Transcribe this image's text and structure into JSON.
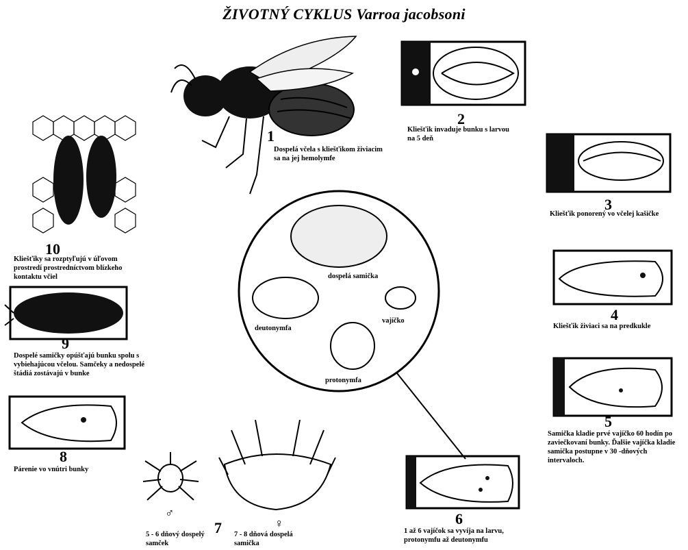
{
  "title": "ŽIVOTNÝ CYKLUS  Varroa jacobsoni",
  "stages": [
    {
      "number": "1",
      "caption": "Dospelá včela s kliešťikom živiacim sa na jej hemolymfe"
    },
    {
      "number": "2",
      "caption": "Kliešťik invaduje bunku s larvou na 5 deň"
    },
    {
      "number": "3",
      "caption": "Kliešťik ponorený vo včelej kašičke"
    },
    {
      "number": "4",
      "caption": "Kliešťik živiaci sa na predkukle"
    },
    {
      "number": "5",
      "caption": "Samička kladie prvé vajíčko 60 hodín po zaviečkovaní bunky. Ďalšie vajíčka kladie samička postupne v 30 -dňových intervaloch."
    },
    {
      "number": "6",
      "caption": "1 až 6 vajíčok sa vyvíja na larvu, protonymfu až deutonymfu"
    },
    {
      "number": "7",
      "caption": "7 - 8 dňová dospelá samička"
    },
    {
      "number": "8",
      "caption": "Párenie vo vnútri bunky"
    },
    {
      "number": "9",
      "caption": "Dospelé samičky opúšťajú bunku spolu s vybiehajúcou včelou. Samčeky a nedospelé štádiá zostávajú v bunke"
    },
    {
      "number": "10",
      "caption": "Kliešťiky sa rozptyľujú v úľovom prostredí prostredníctvom blízkeho kontaktu včiel"
    }
  ],
  "male_caption": "5 - 6 dňový dospelý samček",
  "male_symbol": "♂",
  "female_symbol": "♀",
  "circle_labels": {
    "adult_female": "dospelá samička",
    "deutonymph": "deutonymfa",
    "egg": "vajíčko",
    "protonymph": "protonymfa"
  }
}
